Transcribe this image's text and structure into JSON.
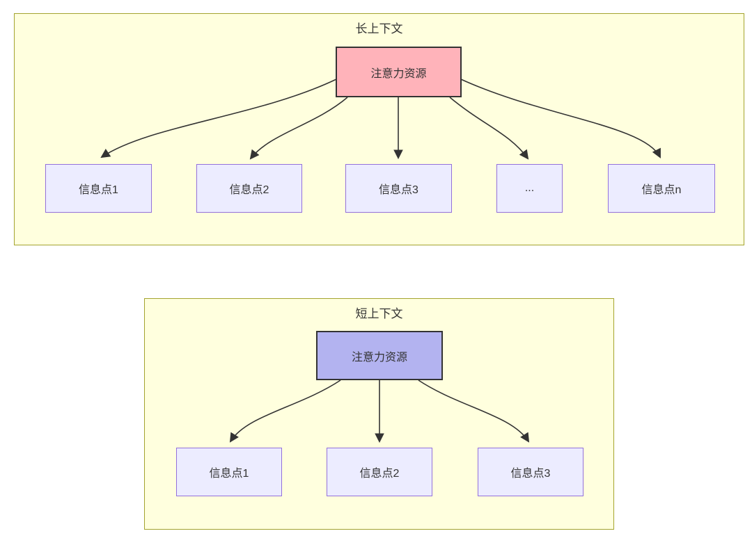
{
  "diagram_type": "flowchart",
  "colors": {
    "subgraph_fill": "#ffffde",
    "subgraph_border": "#a3a32e",
    "root_node_pink_fill": "#ffb3ba",
    "root_node_purple_fill": "#b3b3f0",
    "root_node_border": "#333333",
    "info_node_fill": "#ececff",
    "info_node_border": "#9370db",
    "edge_stroke": "#333333",
    "text": "#333333"
  },
  "long_context": {
    "title": "长上下文",
    "root_label": "注意力资源",
    "items": [
      "信息点1",
      "信息点2",
      "信息点3",
      "...",
      "信息点n"
    ],
    "edges": [
      {
        "from": "注意力资源",
        "to": "信息点1"
      },
      {
        "from": "注意力资源",
        "to": "信息点2"
      },
      {
        "from": "注意力资源",
        "to": "信息点3"
      },
      {
        "from": "注意力资源",
        "to": "..."
      },
      {
        "from": "注意力资源",
        "to": "信息点n"
      }
    ]
  },
  "short_context": {
    "title": "短上下文",
    "root_label": "注意力资源",
    "items": [
      "信息点1",
      "信息点2",
      "信息点3"
    ],
    "edges": [
      {
        "from": "注意力资源",
        "to": "信息点1"
      },
      {
        "from": "注意力资源",
        "to": "信息点2"
      },
      {
        "from": "注意力资源",
        "to": "信息点3"
      }
    ]
  }
}
